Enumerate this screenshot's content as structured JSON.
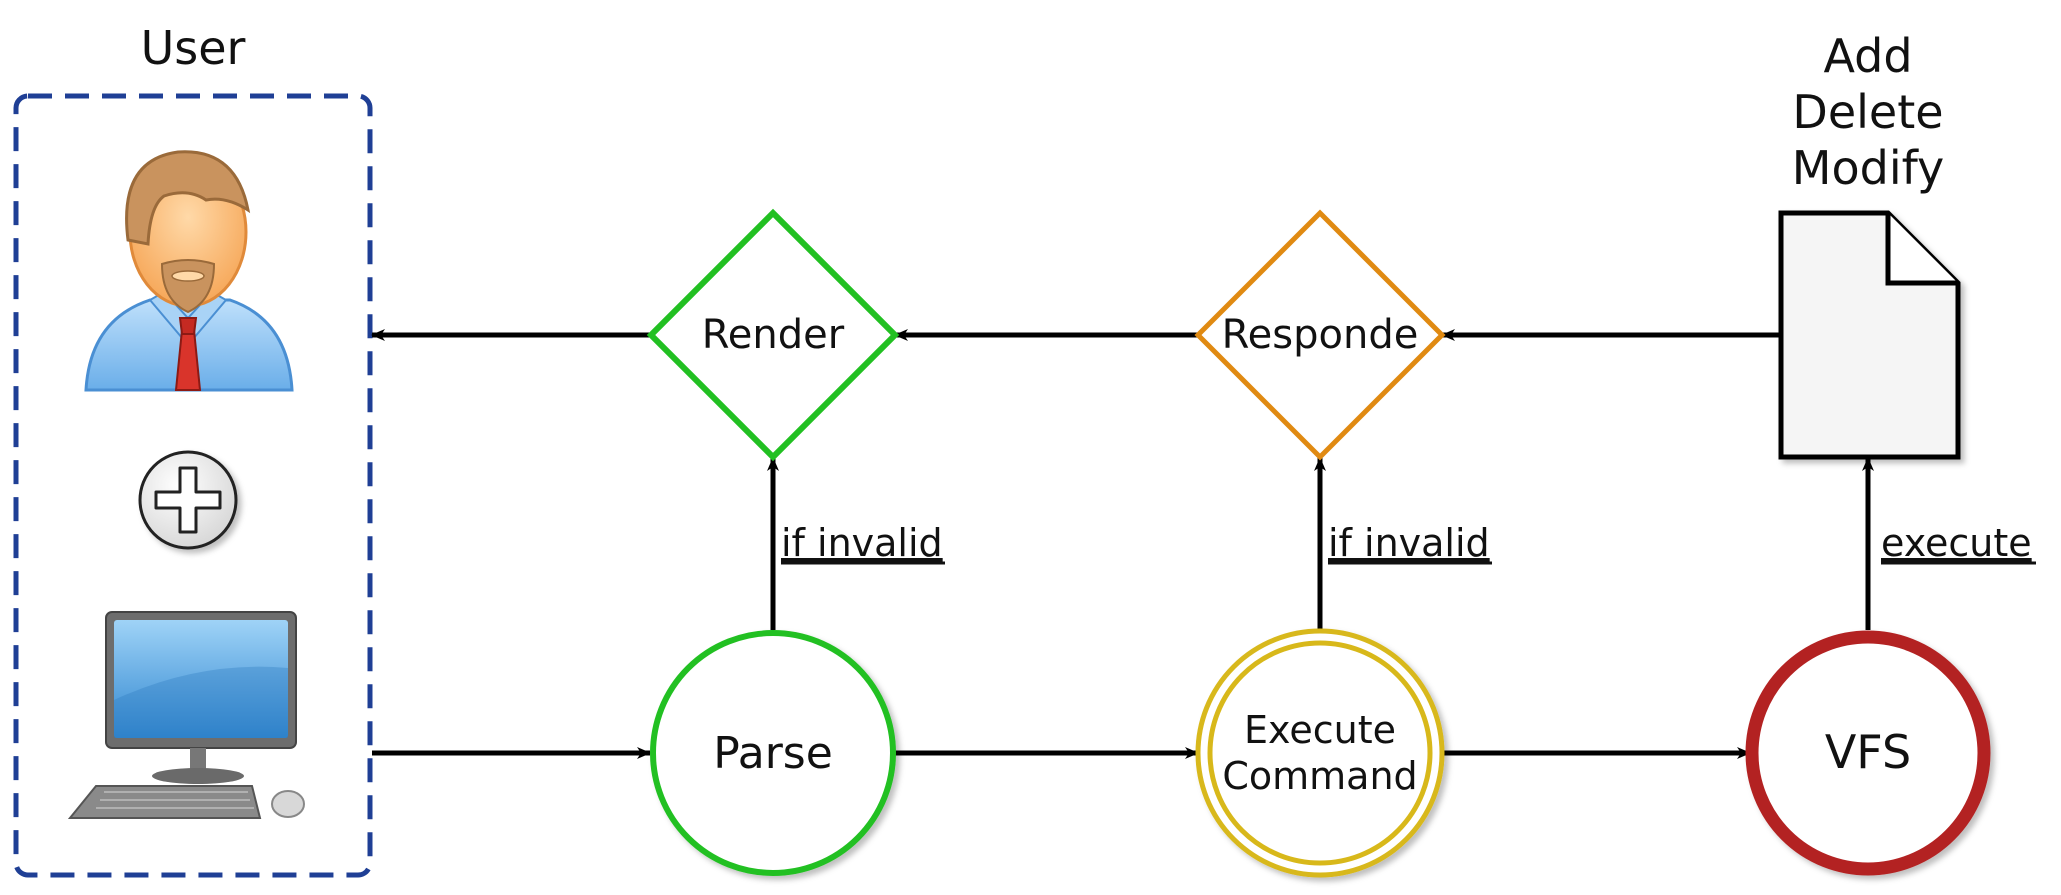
{
  "user_group": {
    "title": "User",
    "icons": [
      "user-avatar",
      "plus-icon",
      "desktop-computer-icon"
    ]
  },
  "nodes": {
    "parse": "Parse",
    "execute_line1": "Execute",
    "execute_line2": "Command",
    "vfs": "VFS",
    "render": "Render",
    "responde": "Responde"
  },
  "document": {
    "ops": [
      "Add",
      "Delete",
      "Modify"
    ],
    "icon": "document-icon"
  },
  "edge_labels": {
    "render_if_invalid": "if invalid",
    "responde_if_invalid": "if invalid",
    "execute": "execute"
  },
  "colors": {
    "user_box": "#1f3f95",
    "parse": "#22c022",
    "render": "#22c022",
    "execute": "#d8b81a",
    "responde": "#e08a12",
    "vfs": "#b32222",
    "arrow": "#000000"
  }
}
